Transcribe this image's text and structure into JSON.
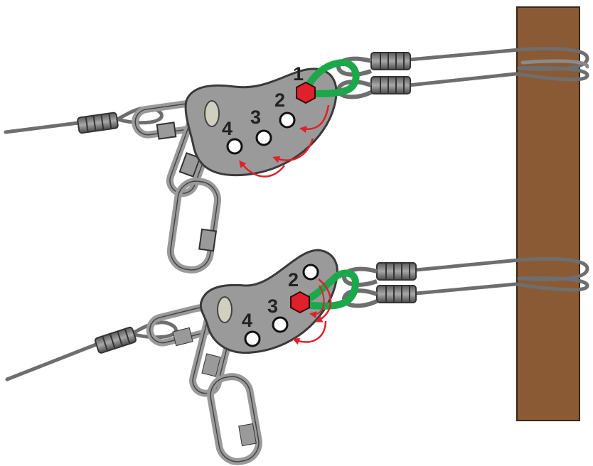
{
  "diagram": {
    "colors": {
      "post": "#8a5a35",
      "post_edge": "#3a2616",
      "plate": "#9a9a9a",
      "plate_edge": "#3a3a3a",
      "wire": "#6e6e6e",
      "ferrule": "#8c8c8c",
      "link": "#b3b3b3",
      "green_loop": "#1aa84a",
      "red_nut": "#e0202a",
      "arrow": "#e0202a",
      "hole": "#ffffff"
    },
    "top_assembly": {
      "labels": [
        "1",
        "2",
        "3",
        "4"
      ],
      "active_hole": "1"
    },
    "bottom_assembly": {
      "labels": [
        "2",
        "3",
        "4"
      ],
      "active_hole": "2"
    }
  }
}
